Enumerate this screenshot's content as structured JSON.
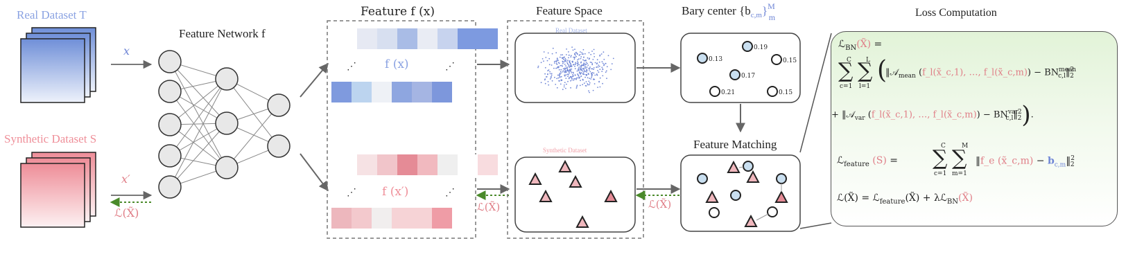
{
  "labels": {
    "real_dataset": "Real Dataset T",
    "synthetic_dataset": "Synthetic Dataset S",
    "feature_network": "Feature Network f",
    "feature_header": "Feature f (x)",
    "feature_space": "Feature Space",
    "bary_center": "Bary center {b",
    "bary_center_sub": "c,m",
    "bary_center_sup": "M",
    "bary_center_m": "m",
    "feature_matching": "Feature Matching",
    "loss_computation": "Loss Computation",
    "x_arrow": "x",
    "xprime_arrow": "x′",
    "loss_arrow": "ℒ(X̃)",
    "fx_real": "f (x)",
    "fx_syn": "f (x′)",
    "real_dataset_inner": "Real Dataset",
    "synthetic_dataset_inner": "Synthetic Dataset",
    "ellipsis": "⋰"
  },
  "barycenters": [
    {
      "value": "0.13"
    },
    {
      "value": "0.19"
    },
    {
      "value": "0.17"
    },
    {
      "value": "0.15"
    },
    {
      "value": "0.21"
    },
    {
      "value": "0.15"
    }
  ],
  "equations": {
    "bn_lhs": "ℒ",
    "bn_lhs_sub": "BN",
    "bn_arg": "(X̃) =",
    "bn_sum_c_top": "C",
    "bn_sum_c_bot": "c=1",
    "bn_sum_l_top": "L",
    "bn_sum_l_bot": "l=1",
    "bn_mean_a": "‖𝒜",
    "bn_mean_sub": "mean",
    "bn_mean_args": "f_l(x̃_c,1), …, f_l(x̃_c,m)",
    "bn_mean_tail": ") − BN",
    "bn_mean_sup": "mean",
    "bn_mean_cl": "c,l",
    "bn_var_a": "+ ‖𝒜",
    "bn_var_sub": "var",
    "bn_var_args": "f_l(x̃_c,1), …, f_l(x̃_c,m)",
    "bn_var_tail": ") − BN",
    "bn_var_sup": "var",
    "bn_var_cl": "c,l",
    "feat_lhs": "ℒ",
    "feat_lhs_sub": "feature",
    "feat_arg": "(S)",
    "feat_eq": "=",
    "feat_sum_c_top": "C",
    "feat_sum_c_bot": "c=1",
    "feat_sum_m_top": "M",
    "feat_sum_m_bot": "m=1",
    "feat_body": "f_e (x̃_c,m)",
    "feat_b": "b",
    "feat_b_sub": "c,m",
    "total": "ℒ(X̃) = ℒ",
    "total_sub1": "feature",
    "total_mid": "(X̃) + λℒ",
    "total_sub2": "BN",
    "total_end": "(X̃)"
  },
  "colors": {
    "real": "#6f86d6",
    "synthetic": "#e07e87",
    "loss_green": "#4a8a2a",
    "node_fill": "#e8e8e8",
    "bary_fill": "#c9dff0",
    "triangle_fill": "#f0b7bd"
  },
  "feature_bars": {
    "real_top": [
      "#e6e9f3",
      "#d7dff0",
      "#a9bce6",
      "#e9ecf4",
      "#c7d3ee",
      "#7d9ae0",
      "#7d9ae0"
    ],
    "real_bottom": [
      "#7f9ade",
      "#bcd4ef",
      "#eef1f6",
      "#8ea6e0",
      "#a5b5e3",
      "#7d97dc"
    ],
    "syn_top": [
      "#f6e2e4",
      "#f1c5ca",
      "#e58b96",
      "#f1b9bf",
      "#efefef",
      "#ffffff",
      "#f8dcdf"
    ],
    "syn_bottom": [
      "#edb7bd",
      "#f3c9cd",
      "#f1eeee",
      "#f6d3d6",
      "#f6d3d6",
      "#ef9ca6"
    ]
  }
}
